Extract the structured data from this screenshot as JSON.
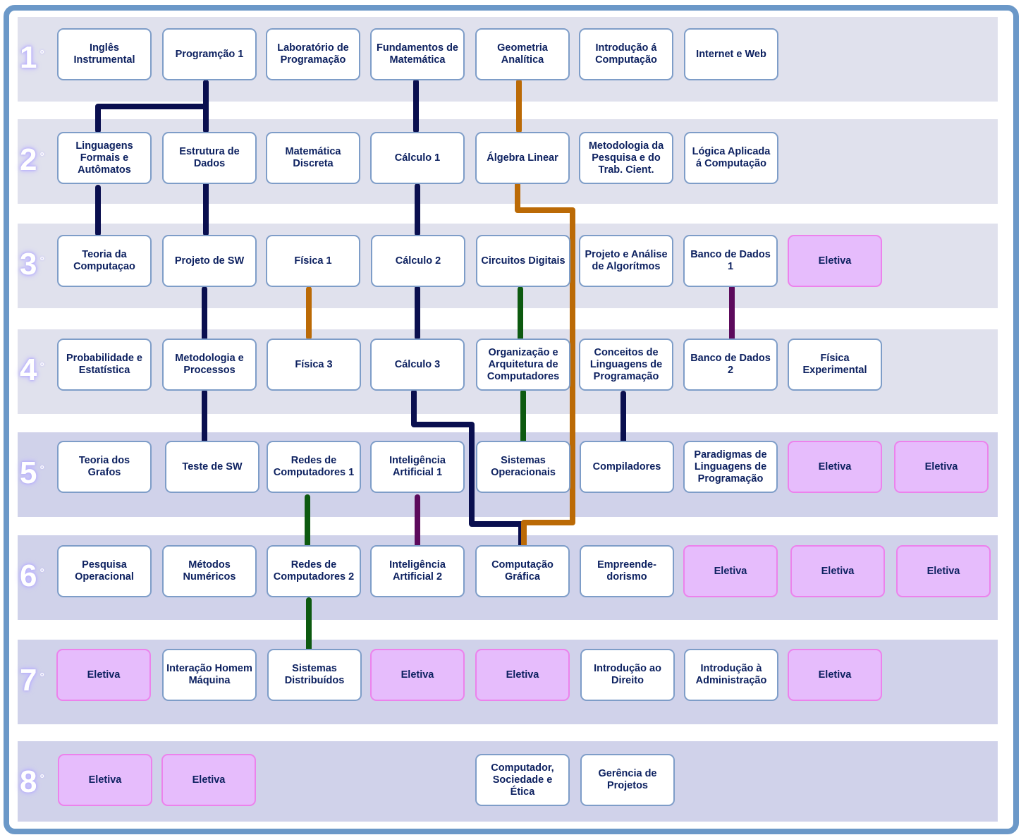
{
  "diagram": {
    "colors": {
      "frame": "#6b98c8",
      "band_light": "#e0e1ed",
      "band_dark": "#d0d2ea",
      "course_fill": "#ffffff",
      "course_border": "#7e9dc8",
      "elective_fill": "#e6bcfc",
      "elective_border": "#ec82ec",
      "text": "#0d2160",
      "link_navy": "#0a0f4f",
      "link_orange": "#bb6a06",
      "link_green": "#0d5a10",
      "link_purple": "#5c0a5c"
    },
    "semesters": [
      {
        "number": "1",
        "degree": "°",
        "courses": [
          {
            "id": "ingles",
            "label": "Inglês Instrumental",
            "type": "course"
          },
          {
            "id": "prog1",
            "label": "Programção 1",
            "type": "course"
          },
          {
            "id": "labprog",
            "label": "Laboratório de Programação",
            "type": "course"
          },
          {
            "id": "fundmat",
            "label": "Fundamentos de Matemática",
            "type": "course"
          },
          {
            "id": "geoanal",
            "label": "Geometria Analítica",
            "type": "course"
          },
          {
            "id": "introcomp",
            "label": "Introdução á Computação",
            "type": "course"
          },
          {
            "id": "internet",
            "label": "Internet e Web",
            "type": "course"
          }
        ]
      },
      {
        "number": "2",
        "degree": "°",
        "courses": [
          {
            "id": "lfa",
            "label": "Linguagens Formais e Autômatos",
            "type": "course"
          },
          {
            "id": "ed",
            "label": "Estrutura de Dados",
            "type": "course"
          },
          {
            "id": "matdisc",
            "label": "Matemática Discreta",
            "type": "course"
          },
          {
            "id": "calc1",
            "label": "Cálculo 1",
            "type": "course"
          },
          {
            "id": "alglin",
            "label": "Álgebra Linear",
            "type": "course"
          },
          {
            "id": "metpesq",
            "label": "Metodologia da Pesquisa e do Trab. Cient.",
            "type": "course"
          },
          {
            "id": "logica",
            "label": "Lógica Aplicada á Computação",
            "type": "course"
          }
        ]
      },
      {
        "number": "3",
        "degree": "°",
        "courses": [
          {
            "id": "teocomp",
            "label": "Teoria da Computaçao",
            "type": "course"
          },
          {
            "id": "projsw",
            "label": "Projeto de SW",
            "type": "course"
          },
          {
            "id": "fis1",
            "label": "Física 1",
            "type": "course"
          },
          {
            "id": "calc2",
            "label": "Cálculo 2",
            "type": "course"
          },
          {
            "id": "circ",
            "label": "Circuitos Digitais",
            "type": "course"
          },
          {
            "id": "paa",
            "label": "Projeto e Análise de Algorítmos",
            "type": "course"
          },
          {
            "id": "bd1",
            "label": "Banco de Dados 1",
            "type": "course"
          },
          {
            "id": "elet3a",
            "label": "Eletiva",
            "type": "elective"
          }
        ]
      },
      {
        "number": "4",
        "degree": "°",
        "courses": [
          {
            "id": "probest",
            "label": "Probabilidade e Estatística",
            "type": "course"
          },
          {
            "id": "metproc",
            "label": "Metodologia e Processos",
            "type": "course"
          },
          {
            "id": "fis3",
            "label": "Física 3",
            "type": "course"
          },
          {
            "id": "calc3",
            "label": "Cálculo 3",
            "type": "course"
          },
          {
            "id": "oac",
            "label": "Organização e Arquitetura de Computadores",
            "type": "course"
          },
          {
            "id": "clp",
            "label": "Conceitos de Linguagens de Programação",
            "type": "course"
          },
          {
            "id": "bd2",
            "label": "Banco de Dados 2",
            "type": "course"
          },
          {
            "id": "fisexp",
            "label": "Física Experimental",
            "type": "course"
          }
        ]
      },
      {
        "number": "5",
        "degree": "°",
        "courses": [
          {
            "id": "grafos",
            "label": "Teoria dos Grafos",
            "type": "course"
          },
          {
            "id": "testesw",
            "label": "Teste de SW",
            "type": "course"
          },
          {
            "id": "redes1",
            "label": "Redes de Computadores 1",
            "type": "course"
          },
          {
            "id": "ia1",
            "label": "Inteligência Artificial 1",
            "type": "course"
          },
          {
            "id": "so",
            "label": "Sistemas Operacionais",
            "type": "course"
          },
          {
            "id": "compil",
            "label": "Compiladores",
            "type": "course"
          },
          {
            "id": "plp",
            "label": "Paradigmas de Linguagens de Programação",
            "type": "course"
          },
          {
            "id": "elet5a",
            "label": "Eletiva",
            "type": "elective"
          },
          {
            "id": "elet5b",
            "label": "Eletiva",
            "type": "elective"
          }
        ]
      },
      {
        "number": "6",
        "degree": "°",
        "courses": [
          {
            "id": "pesqop",
            "label": "Pesquisa Operacional",
            "type": "course"
          },
          {
            "id": "metnum",
            "label": "Métodos Numéricos",
            "type": "course"
          },
          {
            "id": "redes2",
            "label": "Redes de Computadores 2",
            "type": "course"
          },
          {
            "id": "ia2",
            "label": "Inteligência Artificial 2",
            "type": "course"
          },
          {
            "id": "cg",
            "label": "Computação Gráfica",
            "type": "course"
          },
          {
            "id": "empreend",
            "label": "Empreende- dorismo",
            "type": "course"
          },
          {
            "id": "elet6a",
            "label": "Eletiva",
            "type": "elective"
          },
          {
            "id": "elet6b",
            "label": "Eletiva",
            "type": "elective"
          },
          {
            "id": "elet6c",
            "label": "Eletiva",
            "type": "elective"
          }
        ]
      },
      {
        "number": "7",
        "degree": "°",
        "courses": [
          {
            "id": "elet7a",
            "label": "Eletiva",
            "type": "elective"
          },
          {
            "id": "ihm",
            "label": "Interação Homem Máquina",
            "type": "course"
          },
          {
            "id": "sd",
            "label": "Sistemas Distribuídos",
            "type": "course"
          },
          {
            "id": "elet7b",
            "label": "Eletiva",
            "type": "elective"
          },
          {
            "id": "elet7c",
            "label": "Eletiva",
            "type": "elective"
          },
          {
            "id": "direito",
            "label": "Introdução ao Direito",
            "type": "course"
          },
          {
            "id": "admin",
            "label": "Introdução à Administração",
            "type": "course"
          },
          {
            "id": "elet7d",
            "label": "Eletiva",
            "type": "elective"
          }
        ]
      },
      {
        "number": "8",
        "degree": "°",
        "courses": [
          {
            "id": "elet8a",
            "label": "Eletiva",
            "type": "elective"
          },
          {
            "id": "elet8b",
            "label": "Eletiva",
            "type": "elective"
          },
          {
            "id": "cse",
            "label": "Computador, Sociedade e Ética",
            "type": "course"
          },
          {
            "id": "gerproj",
            "label": "Gerência de Projetos",
            "type": "course"
          }
        ]
      }
    ],
    "prerequisites": [
      {
        "from": "prog1",
        "to": "lfa",
        "color": "navy"
      },
      {
        "from": "prog1",
        "to": "ed",
        "color": "navy"
      },
      {
        "from": "fundmat",
        "to": "calc1",
        "color": "navy"
      },
      {
        "from": "geoanal",
        "to": "alglin",
        "color": "orange"
      },
      {
        "from": "lfa",
        "to": "teocomp",
        "color": "navy"
      },
      {
        "from": "ed",
        "to": "projsw",
        "color": "navy"
      },
      {
        "from": "calc1",
        "to": "calc2",
        "color": "navy"
      },
      {
        "from": "alglin",
        "to": "cg",
        "color": "orange"
      },
      {
        "from": "projsw",
        "to": "metproc",
        "color": "navy"
      },
      {
        "from": "fis1",
        "to": "fis3",
        "color": "orange"
      },
      {
        "from": "calc2",
        "to": "calc3",
        "color": "navy"
      },
      {
        "from": "circ",
        "to": "oac",
        "color": "green"
      },
      {
        "from": "bd1",
        "to": "bd2",
        "color": "purple"
      },
      {
        "from": "metproc",
        "to": "testesw",
        "color": "navy"
      },
      {
        "from": "calc3",
        "to": "cg",
        "color": "navy"
      },
      {
        "from": "oac",
        "to": "so",
        "color": "green"
      },
      {
        "from": "clp",
        "to": "compil",
        "color": "navy"
      },
      {
        "from": "redes1",
        "to": "redes2",
        "color": "green"
      },
      {
        "from": "ia1",
        "to": "ia2",
        "color": "purple"
      },
      {
        "from": "redes2",
        "to": "sd",
        "color": "green"
      }
    ]
  }
}
